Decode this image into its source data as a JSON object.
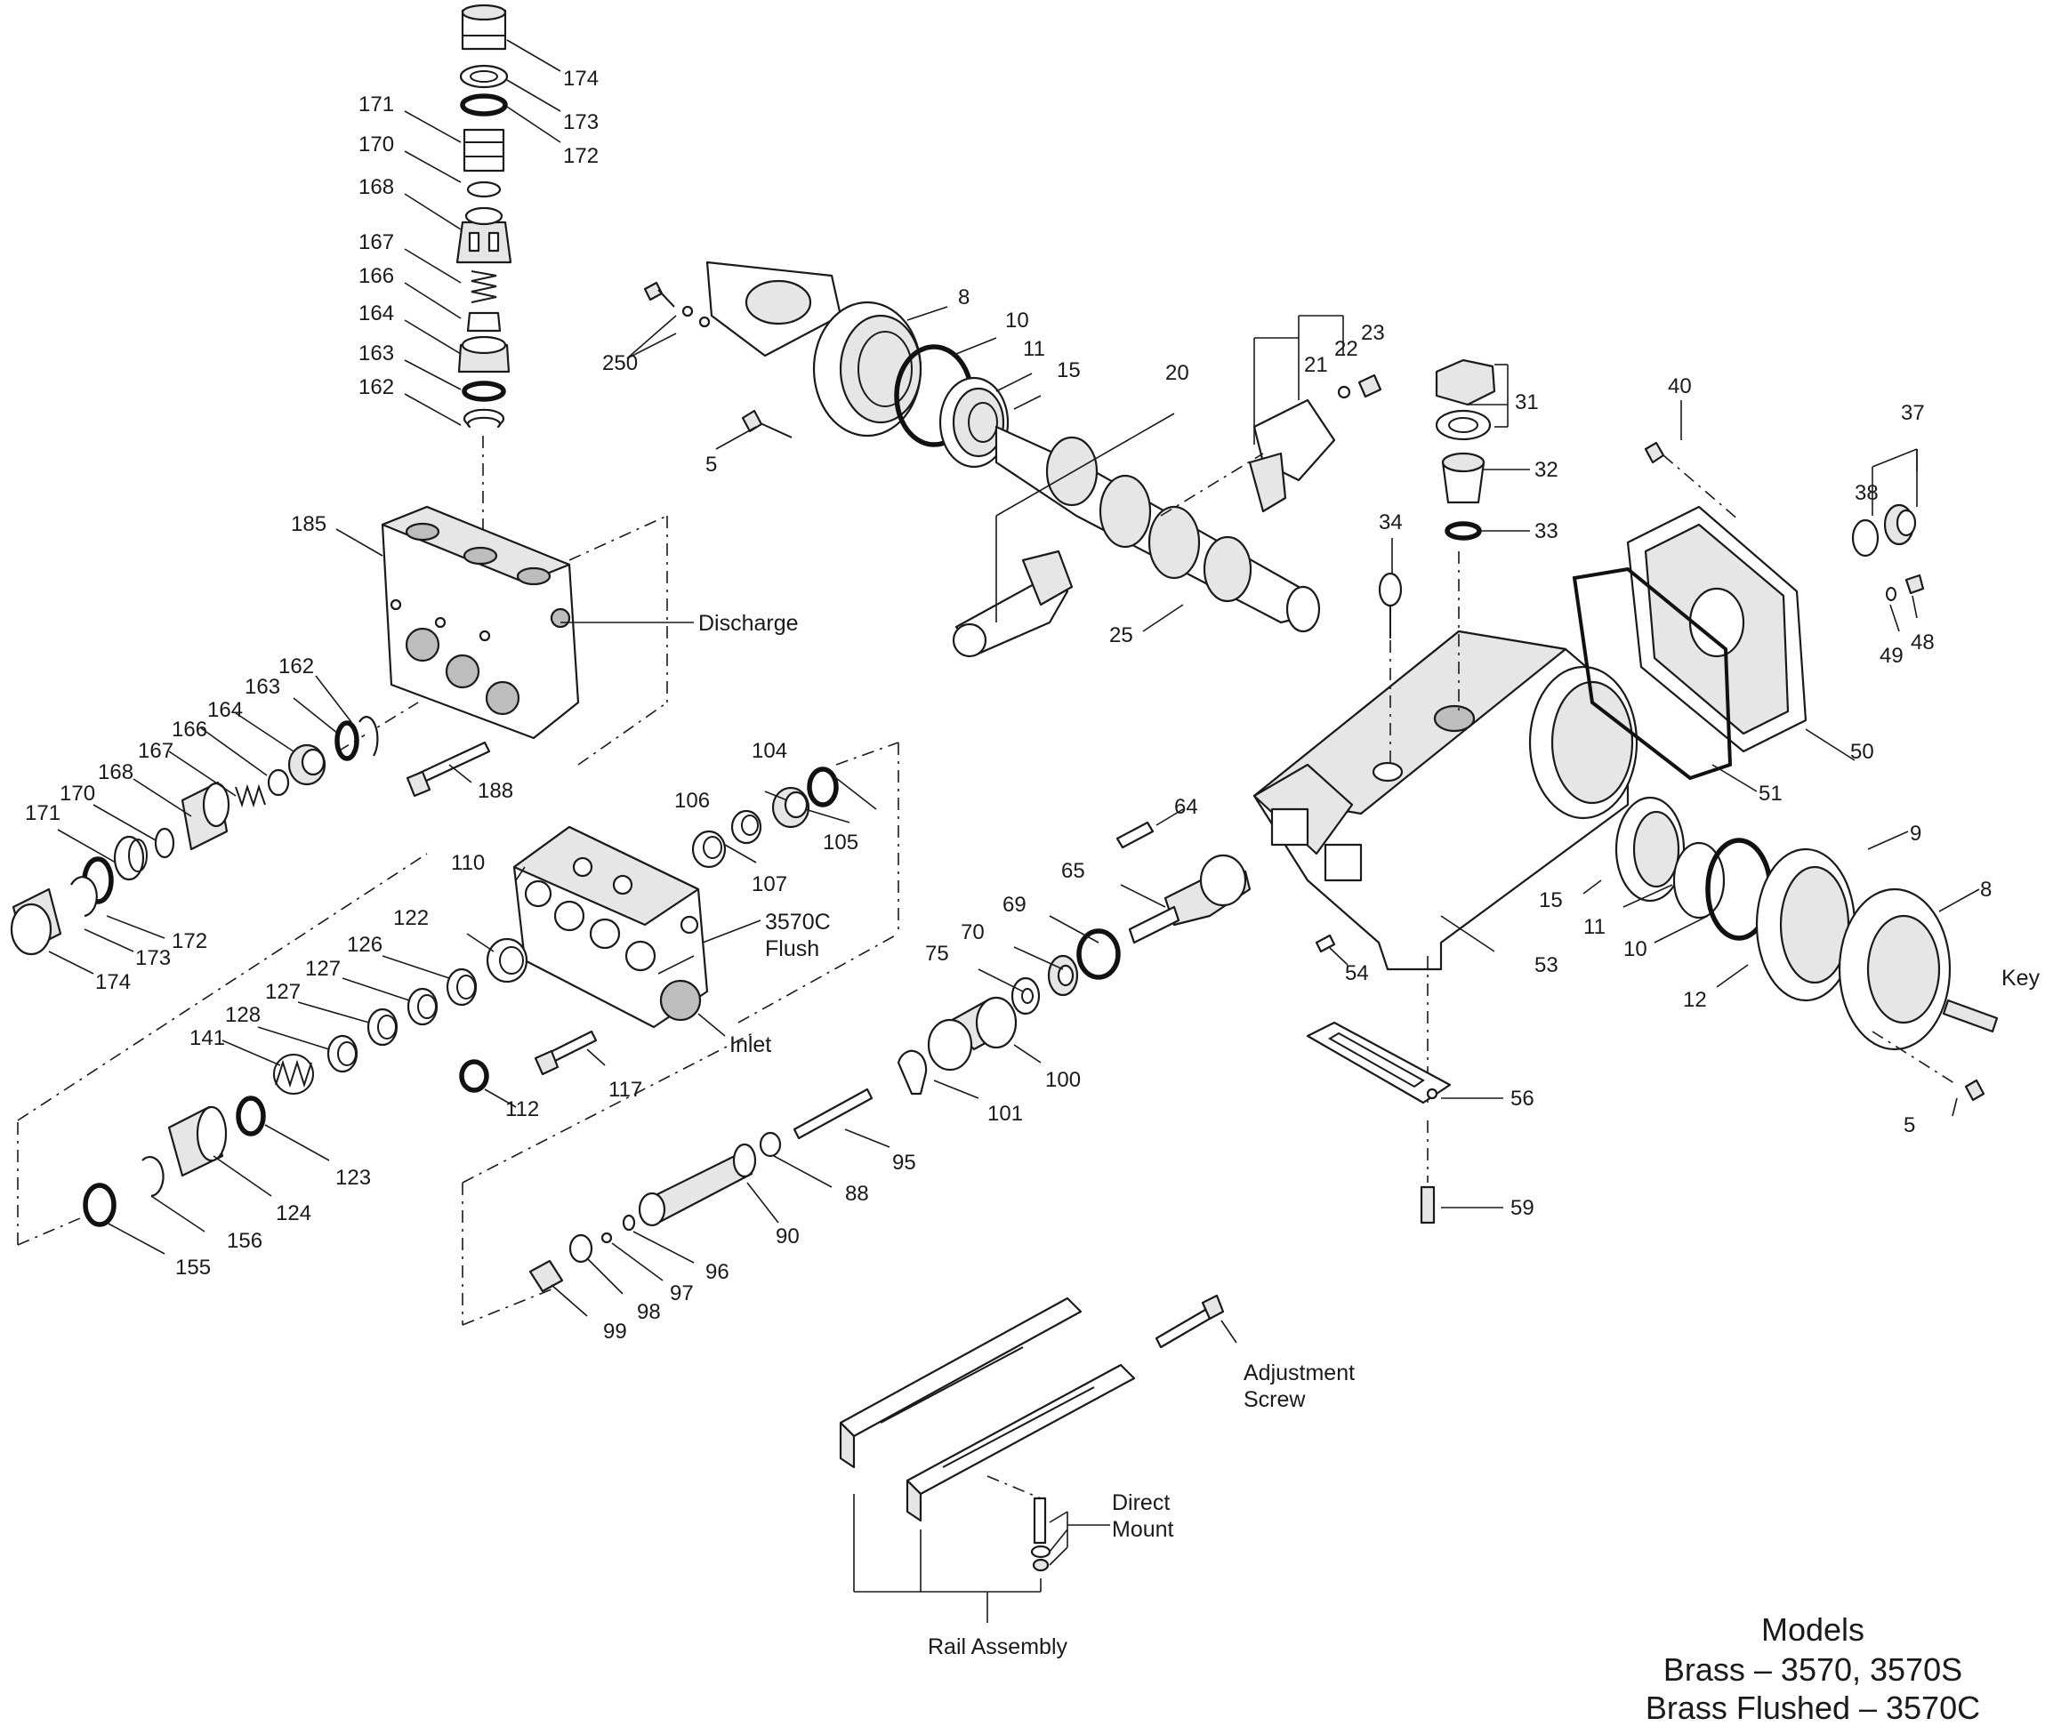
{
  "callouts": {
    "c174a": "174",
    "c173a": "173",
    "c172a": "172",
    "c171a": "171",
    "c170a": "170",
    "c168a": "168",
    "c167a": "167",
    "c166a": "166",
    "c164a": "164",
    "c163a": "163",
    "c162a": "162",
    "c185": "185",
    "c162b": "162",
    "c163b": "163",
    "c164b": "164",
    "c166b": "166",
    "c167b": "167",
    "c168b": "168",
    "c170b": "170",
    "c171b": "171",
    "c172b": "172",
    "c173b": "173",
    "c174b": "174",
    "c188": "188",
    "c250": "250",
    "c5a": "5",
    "c8a": "8",
    "c10a": "10",
    "c11a": "11",
    "c15a": "15",
    "c20": "20",
    "c21": "21",
    "c22": "22",
    "c23": "23",
    "c25": "25",
    "c31": "31",
    "c32": "32",
    "c33": "33",
    "c34": "34",
    "c40": "40",
    "c37": "37",
    "c38": "38",
    "c48": "48",
    "c49": "49",
    "c50": "50",
    "c51": "51",
    "c64": "64",
    "c65": "65",
    "c69": "69",
    "c70": "70",
    "c75": "75",
    "c53": "53",
    "c54": "54",
    "c15b": "15",
    "c11b": "11",
    "c10b": "10",
    "c9": "9",
    "c8b": "8",
    "c12": "12",
    "c5b": "5",
    "c56": "56",
    "c59": "59",
    "c104": "104",
    "c106": "106",
    "c105": "105",
    "c107": "107",
    "c110": "110",
    "c122": "122",
    "c126": "126",
    "c127a": "127",
    "c127b": "127",
    "c128": "128",
    "c141": "141",
    "c123": "123",
    "c124": "124",
    "c156": "156",
    "c155": "155",
    "c112": "112",
    "c117": "117",
    "c100": "100",
    "c101": "101",
    "c95": "95",
    "c88": "88",
    "c90": "90",
    "c96": "96",
    "c97": "97",
    "c98": "98",
    "c99": "99"
  },
  "labels": {
    "discharge": "Discharge",
    "flush_line1": "3570C",
    "flush_line2": "Flush",
    "inlet": "Inlet",
    "key": "Key",
    "adjustment_line1": "Adjustment",
    "adjustment_line2": "Screw",
    "direct_line1": "Direct",
    "direct_line2": "Mount",
    "rail_assembly": "Rail Assembly"
  },
  "models": {
    "heading": "Models",
    "line1": "Brass – 3570, 3570S",
    "line2": "Brass Flushed – 3570C"
  }
}
